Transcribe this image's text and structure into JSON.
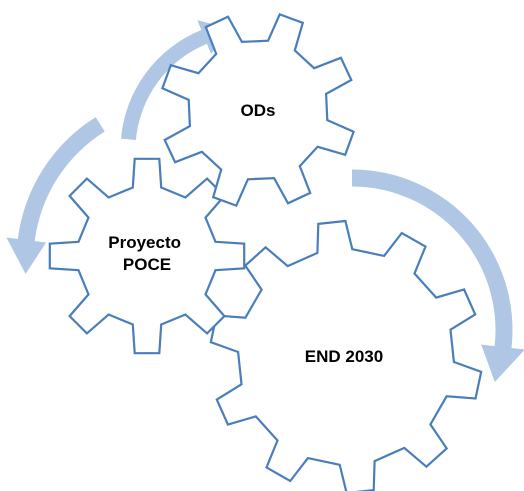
{
  "diagram": {
    "type": "gears-cycle",
    "colors": {
      "gear_outline": "#4a7ebb",
      "gear_fill": "#ffffff",
      "arrow_fill": "#afc6e5",
      "label_text": "#000000"
    },
    "gears": [
      {
        "id": "ods",
        "lines": [
          "ODs"
        ]
      },
      {
        "id": "poce",
        "lines": [
          "Proyecto",
          "POCE"
        ]
      },
      {
        "id": "end2030",
        "lines": [
          "END 2030"
        ]
      }
    ],
    "arrows": [
      {
        "id": "top-arc",
        "direction": "up"
      },
      {
        "id": "left-arc",
        "direction": "down"
      },
      {
        "id": "right-arc",
        "direction": "down"
      }
    ]
  }
}
